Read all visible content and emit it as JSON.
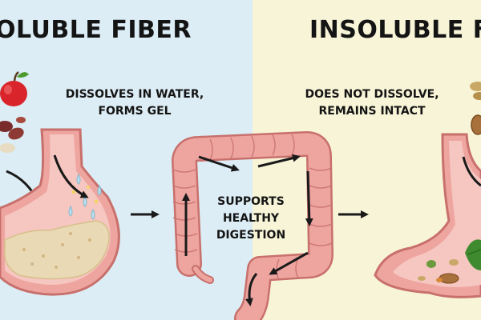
{
  "left_panel": {
    "title": "OLUBLE FIBER",
    "caption_line1": "DISSOLVES IN WATER,",
    "caption_line2": "FORMS GEL",
    "background": "#dcedf5"
  },
  "right_panel": {
    "title": "INSOLUBLE F",
    "caption_line1": "DOES NOT DISSOLVE,",
    "caption_line2": "REMAINS INTACT",
    "background": "#f8f4d8"
  },
  "center": {
    "line1": "SUPPORTS",
    "line2": "HEALTHY",
    "line3": "DIGESTION"
  },
  "colors": {
    "organ_fill": "#eea5a0",
    "organ_stroke": "#c8706c",
    "organ_inner": "#f6c6c0",
    "gel": "#e9d9b4",
    "water_drop": "#bfe0ee",
    "arrow": "#1a1a1a"
  },
  "icons": [
    "apple-icon",
    "bean-icon",
    "nut-icon",
    "leaf-icon"
  ]
}
